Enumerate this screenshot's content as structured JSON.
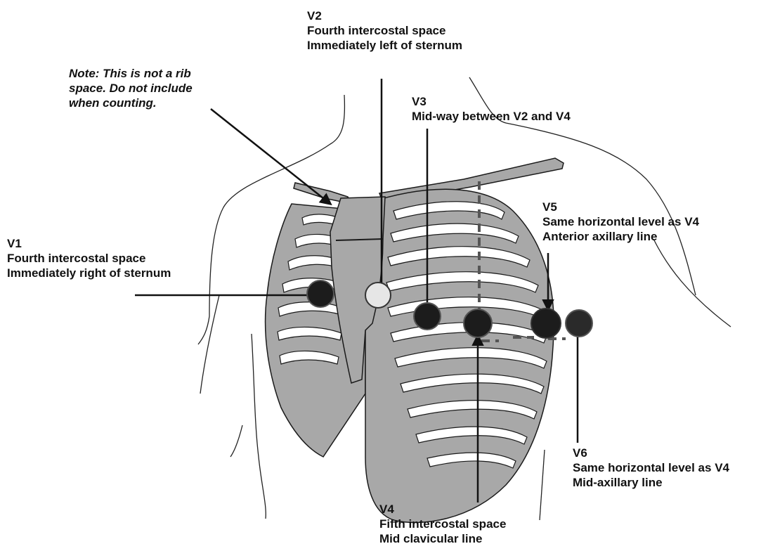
{
  "note": {
    "line1": "Note: This is not a rib",
    "line2": "space.  Do not include",
    "line3": "when counting."
  },
  "leads": {
    "v1": {
      "name": "V1",
      "line1": "Fourth intercostal space",
      "line2": "Immediately right of sternum"
    },
    "v2": {
      "name": "V2",
      "line1": "Fourth intercostal space",
      "line2": "Immediately left of sternum"
    },
    "v3": {
      "name": "V3",
      "line1": "Mid-way between V2 and V4"
    },
    "v4": {
      "name": "V4",
      "line1": "Fifth intercostal space",
      "line2": "Mid clavicular line"
    },
    "v5": {
      "name": "V5",
      "line1": "Same horizontal level as V4",
      "line2": "Anterior axillary line"
    },
    "v6": {
      "name": "V6",
      "line1": "Same horizontal level as V4",
      "line2": "Mid-axillary line"
    }
  },
  "colors": {
    "bone": "#a8a8a8",
    "bone_outline": "#1a1a1a",
    "electrode_dark": "#1c1c1c",
    "electrode_light": "#e6e6e6",
    "line": "#111111"
  }
}
